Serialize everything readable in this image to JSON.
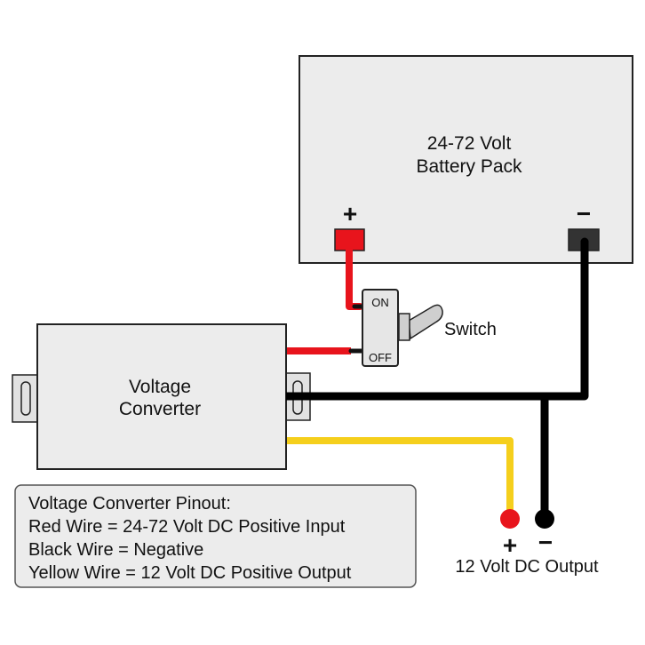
{
  "battery": {
    "title_line1": "24-72 Volt",
    "title_line2": "Battery Pack",
    "positive_symbol": "+",
    "negative_symbol": "−"
  },
  "switch": {
    "on_label": "ON",
    "off_label": "OFF",
    "name_label": "Switch"
  },
  "converter": {
    "title_line1": "Voltage",
    "title_line2": "Converter"
  },
  "output": {
    "positive_symbol": "+",
    "negative_symbol": "−",
    "label": "12 Volt DC Output"
  },
  "pinout": {
    "lines": [
      "Voltage Converter Pinout:",
      "Red Wire = 24-72 Volt DC Positive Input",
      "Black Wire = Negative",
      "Yellow Wire = 12 Volt DC Positive Output"
    ]
  },
  "colors": {
    "red_wire": "#e8141c",
    "black_wire": "#000000",
    "yellow_wire": "#f5cf1c",
    "box_fill": "#ececec",
    "terminal_negative": "#333333"
  }
}
